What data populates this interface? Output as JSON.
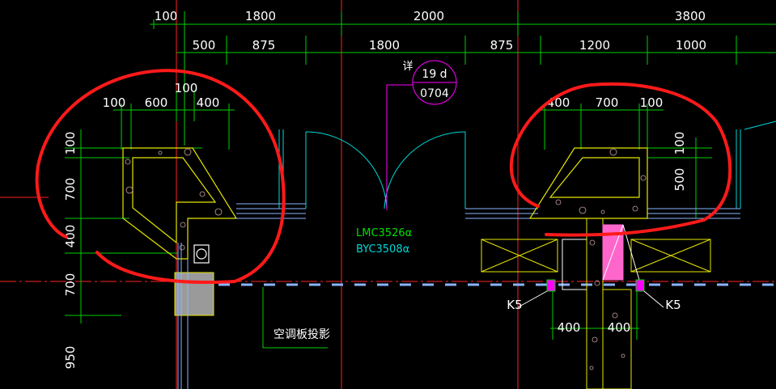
{
  "colors": {
    "background": "#000000",
    "dimension": "#ffffff",
    "dimension_line": "#00ff00",
    "axis": "#ff2020",
    "wall": "#e6e600",
    "door": "#00d8d8",
    "annotation": "#ff00ff",
    "markup": "#ff1a1a",
    "window_cyan": "#8ab4ff"
  },
  "top_dims": {
    "a": "100",
    "b": "1800",
    "c": "2000",
    "d": "3800"
  },
  "second_dims": {
    "a": "500",
    "b": "875",
    "c": "1800",
    "d": "875",
    "e": "1200",
    "f": "1000"
  },
  "left_detail_dims": {
    "a": "100",
    "b": "600",
    "c": "400",
    "d": "100"
  },
  "right_detail_dims": {
    "a": "400",
    "b": "700",
    "c": "100"
  },
  "left_vertical_dims": {
    "a": "100",
    "b": "700",
    "c": "400",
    "d": "700",
    "e": "950"
  },
  "right_vertical_dims": {
    "a": "100",
    "b": "500"
  },
  "detail_ref": {
    "prefix": "详",
    "num": "19 d",
    "sheet": "0704"
  },
  "door_labels": {
    "door": "LMC3526α",
    "window": "BYC3508α"
  },
  "ac_label": "空调板投影",
  "k_labels": {
    "left": "K5",
    "right": "K5"
  },
  "bottom_dims": {
    "left": "400",
    "right": "400"
  }
}
